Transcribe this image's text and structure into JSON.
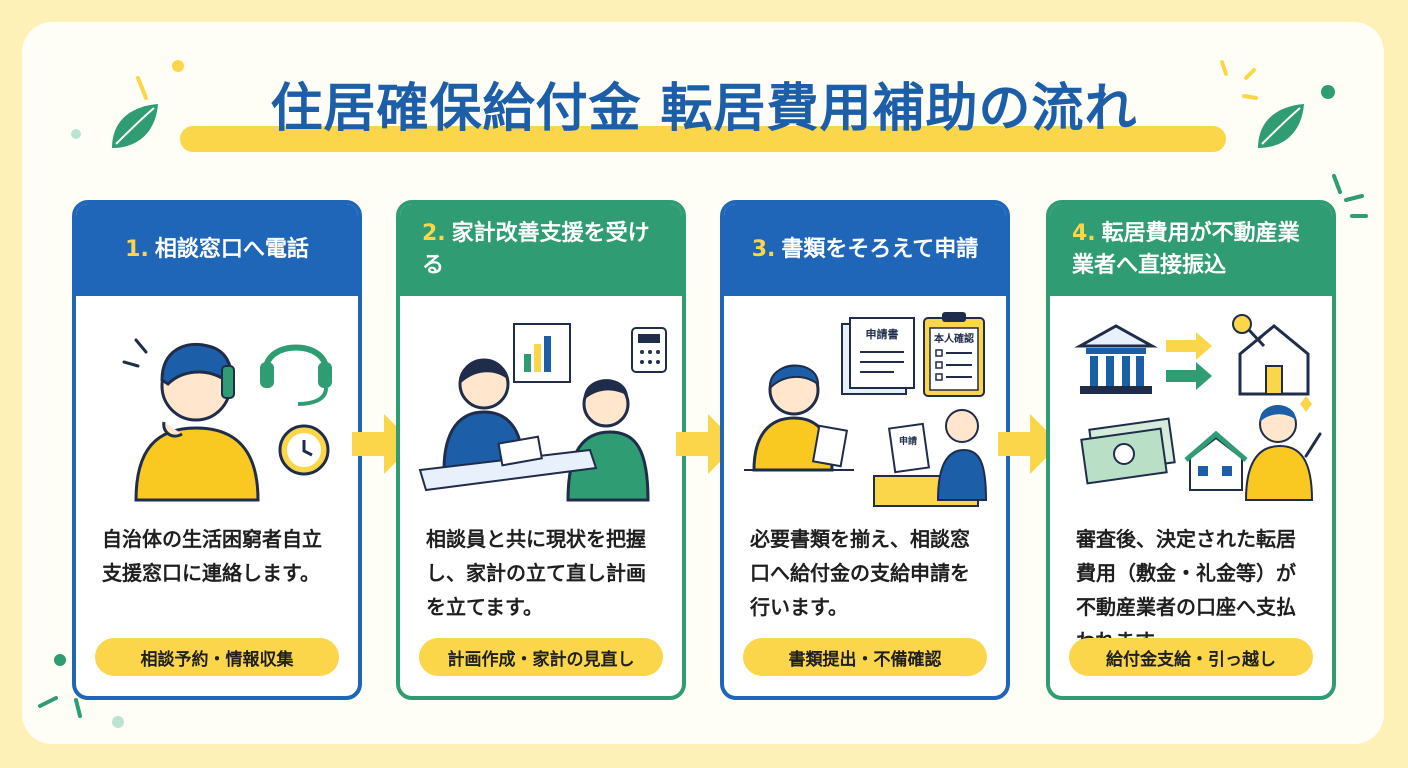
{
  "title": "住居確保給付金 転居費用補助の流れ",
  "steps": [
    {
      "number": "1.",
      "heading": "相談窓口へ電話",
      "description": "自治体の生活困窮者自立支援窓口に連絡します。",
      "tag": "相談予約・情報収集"
    },
    {
      "number": "2.",
      "heading": "家計改善支援を受ける",
      "description": "相談員と共に現状を把握し、家計の立て直し計画を立てます。",
      "tag": "計画作成・家計の見直し"
    },
    {
      "number": "3.",
      "heading": "書類をそろえて申請",
      "description": "必要書類を揃え、相談窓口へ給付金の支給申請を行います。",
      "tag": "書類提出・不備確認"
    },
    {
      "number": "4.",
      "heading": "転居費用が不動産業業者へ直接振込",
      "description": "審査後、決定された転居費用（敷金・礼金等）が不動産業者の口座へ支払われます。",
      "tag": "給付金支給・引っ越し"
    }
  ],
  "illustration_labels": {
    "application_form": "申請書",
    "identity_check": "本人確認",
    "application_small": "申請"
  },
  "colors": {
    "blue": "#1f66b8",
    "green": "#2f9c73",
    "yellow": "#fbd64a",
    "background": "#fdf1b8"
  }
}
